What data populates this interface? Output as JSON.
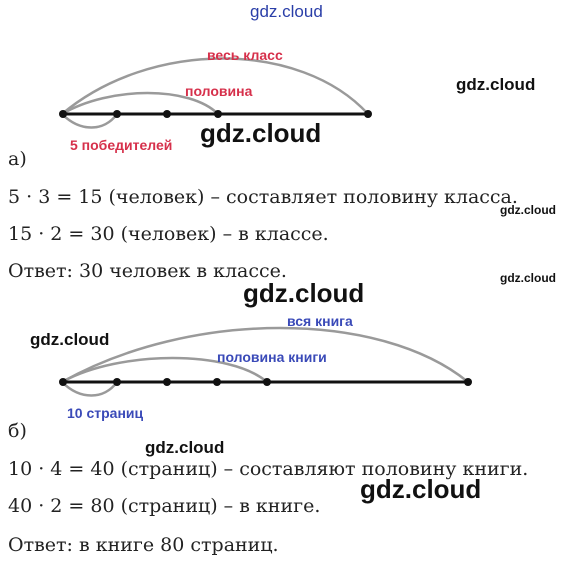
{
  "watermark": "gdz.cloud",
  "colors": {
    "red_label": "#d6304b",
    "blue_label": "#3a4ab8",
    "arc": "#9a9a9a",
    "line": "#111111"
  },
  "part_a": {
    "letter": "а)",
    "arc_labels": {
      "whole": "весь класс",
      "half": "половина",
      "part": "5 победителей"
    },
    "lines": [
      "5 · 3 = 15 (человек) – составляет половину класса.",
      "15 · 2 = 30 (человек) – в классе.",
      "Ответ: 30 человек в классе."
    ]
  },
  "part_b": {
    "letter": "б)",
    "arc_labels": {
      "whole": "вся книга",
      "half": "половина книги",
      "part": "10 страниц"
    },
    "lines": [
      "10 · 4 = 40 (страниц) – составляют половину книги.",
      "40 · 2 = 80 (страниц) – в книге.",
      "Ответ: в книге 80 страниц."
    ]
  }
}
